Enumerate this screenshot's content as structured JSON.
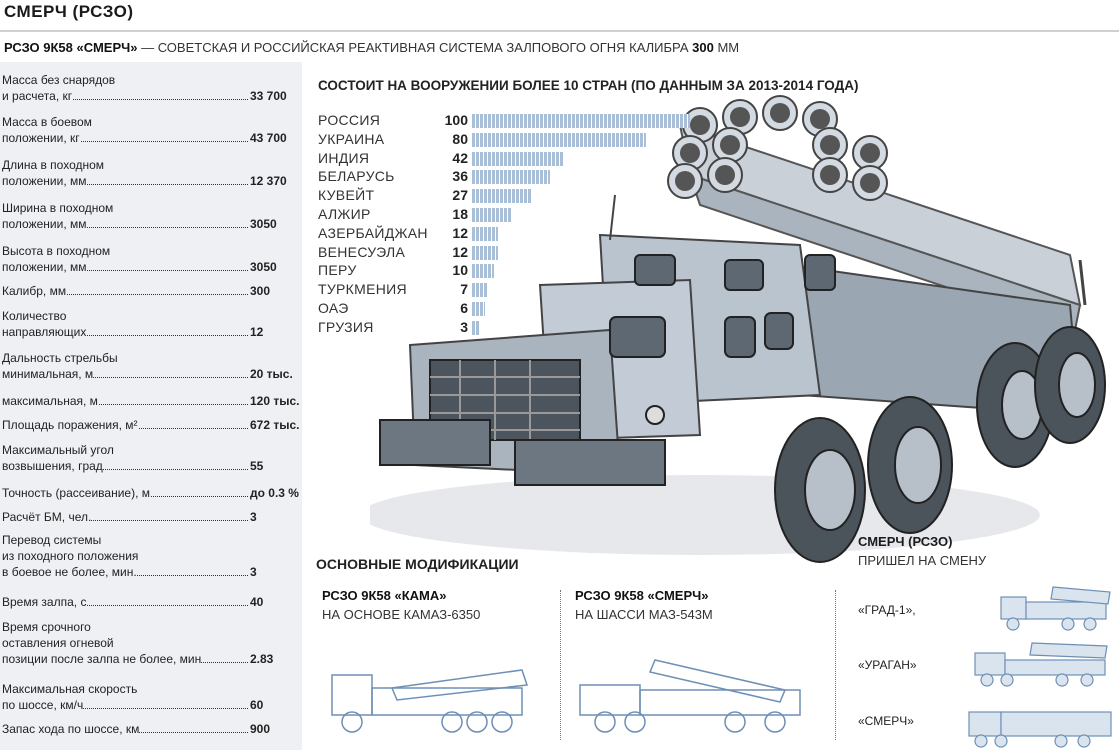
{
  "header": {
    "title": "СМЕРЧ (РСЗО)",
    "subtitle_name": "РСЗО 9К58 «СМЕРЧ»",
    "subtitle_text": " — СОВЕТСКАЯ И РОССИЙСКАЯ РЕАКТИВНАЯ СИСТЕМА ЗАЛПОВОГО ОГНЯ КАЛИБРА ",
    "subtitle_caliber": "300",
    "subtitle_unit": " ММ"
  },
  "specs": [
    {
      "label_1": "Масса без снарядов",
      "label_2": "и расчета, кг",
      "value": "33 700"
    },
    {
      "label_1": "Масса в боевом",
      "label_2": "положении, кг",
      "value": "43 700"
    },
    {
      "label_1": "Длина в походном",
      "label_2": "положении, мм",
      "value": "12 370"
    },
    {
      "label_1": "Ширина в походном",
      "label_2": "положении, мм",
      "value": "3050"
    },
    {
      "label_1": "Высота в походном",
      "label_2": "положении, мм",
      "value": "3050"
    },
    {
      "label_1": "",
      "label_2": "Калибр, мм",
      "value": "300"
    },
    {
      "label_1": "Количество",
      "label_2": "направляющих",
      "value": "12"
    },
    {
      "label_1": "Дальность стрельбы",
      "label_2": "минимальная, м",
      "value": "20 тыс."
    },
    {
      "label_1": "",
      "label_2": "максимальная, м",
      "value": "120 тыс."
    },
    {
      "label_1": "",
      "label_2": "Площадь поражения, м²",
      "value": "672 тыс."
    },
    {
      "label_1": "Максимальный угол",
      "label_2": "возвышения, град",
      "value": "55"
    },
    {
      "label_1": "",
      "label_2": "Точность (рассеивание), м",
      "value": "до 0.3 %"
    },
    {
      "label_1": "",
      "label_2": "Расчёт БМ, чел.",
      "value": "3"
    },
    {
      "label_1": "Перевод системы",
      "label_1b": "из походного положения",
      "label_2": "в боевое не более, мин.",
      "value": "3"
    },
    {
      "label_1": "",
      "label_2": "Время залпа, с",
      "value": "40"
    },
    {
      "label_1": "Время срочного",
      "label_1b": "оставления огневой",
      "label_2": "позиции после залпа не более, мин",
      "value": "2.83"
    },
    {
      "label_1": "Максимальная скорость",
      "label_2": "по шоссе, км/ч",
      "value": "60"
    },
    {
      "label_1": "",
      "label_2": "Запас хода по шоссе, км",
      "value": "900"
    }
  ],
  "chart_data": {
    "type": "bar",
    "title": "СОСТОИТ НА ВООРУЖЕНИИ БОЛЕЕ 10 СТРАН (ПО ДАННЫМ ЗА 2013-2014 ГОДА)",
    "categories": [
      "РОССИЯ",
      "УКРАИНА",
      "ИНДИЯ",
      "БЕЛАРУСЬ",
      "КУВЕЙТ",
      "АЛЖИР",
      "АЗЕРБАЙДЖАН",
      "ВЕНЕСУЭЛА",
      "ПЕРУ",
      "ТУРКМЕНИЯ",
      "ОАЭ",
      "ГРУЗИЯ"
    ],
    "values": [
      100,
      80,
      42,
      36,
      27,
      18,
      12,
      12,
      10,
      7,
      6,
      3
    ],
    "orientation": "horizontal",
    "bar_color": "#a9bfd8"
  },
  "modifications": {
    "title": "ОСНОВНЫЕ МОДИФИКАЦИИ",
    "items": [
      {
        "name": "РСЗО 9К58 «КАМА»",
        "base": "НА ОСНОВЕ КАМАЗ-6350"
      },
      {
        "name": "РСЗО 9К58 «СМЕРЧ»",
        "base": "НА ШАССИ МАЗ-543М"
      }
    ]
  },
  "replacement": {
    "title": "СМЕРЧ (РСЗО)",
    "subtitle": "ПРИШЕЛ НА СМЕНУ",
    "items": [
      "«ГРАД-1»,",
      "«УРАГАН»",
      "«СМЕРЧ»"
    ]
  },
  "colors": {
    "truck_body": "#b9c4cf",
    "truck_dark": "#6d7782",
    "tube": "#c9d0d8",
    "spec_panel": "#eef0f3"
  }
}
